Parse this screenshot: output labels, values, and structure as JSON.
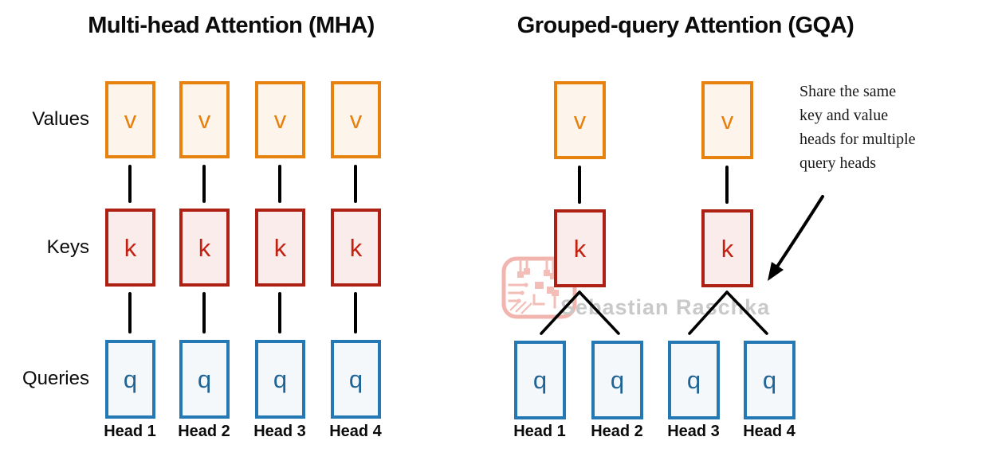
{
  "mha": {
    "title": "Multi-head Attention (MHA)",
    "head_labels": [
      "Head 1",
      "Head 2",
      "Head 3",
      "Head 4"
    ]
  },
  "gqa": {
    "title": "Grouped-query Attention (GQA)",
    "head_labels": [
      "Head 1",
      "Head 2",
      "Head 3",
      "Head 4"
    ],
    "annotation_lines": [
      "Share the same",
      "key and value",
      "heads for multiple",
      "query heads"
    ]
  },
  "row_labels": {
    "values": "Values",
    "keys": "Keys",
    "queries": "Queries"
  },
  "letters": {
    "value": "v",
    "key": "k",
    "query": "q"
  },
  "watermark": {
    "text": "Sebastian Raschka"
  },
  "colors": {
    "value_border": "#E8820E",
    "value_fill": "#FDF4EB",
    "value_text": "#E8800D",
    "key_border": "#AF2014",
    "key_fill": "#FAECEA",
    "key_text": "#C22010",
    "query_border": "#2478B3",
    "query_fill": "#F5F8FB",
    "query_text": "#1F6496",
    "watermark": "#C9C9C9",
    "logo": "#ED9D96",
    "line": "#000000"
  }
}
